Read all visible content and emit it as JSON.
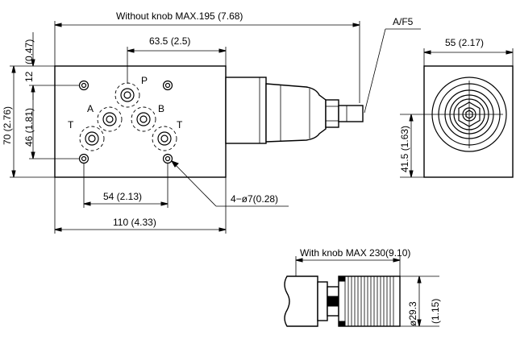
{
  "dimensions": {
    "without_knob_max": "Without knob MAX.195 (7.68)",
    "af": "A/F5",
    "width_55": "55 (2.17)",
    "top_0_47": "(0.47)",
    "dim_63_5": "63.5 (2.5)",
    "dim_12": "12",
    "dim_70": "70 (2.76)",
    "dim_46": "46 (1.81)",
    "dim_54": "54 (2.13)",
    "dim_110": "110 (4.33)",
    "holes": "4−ø7(0.28)",
    "dim_41_5": "41.5 (1.63)",
    "with_knob_max": "With knob MAX 230(9.10)",
    "dia_29_3": "ø29.3",
    "dia_1_15": "(1.15)"
  },
  "ports": {
    "P": "P",
    "A": "A",
    "B": "B",
    "T_left": "T",
    "T_right": "T"
  }
}
